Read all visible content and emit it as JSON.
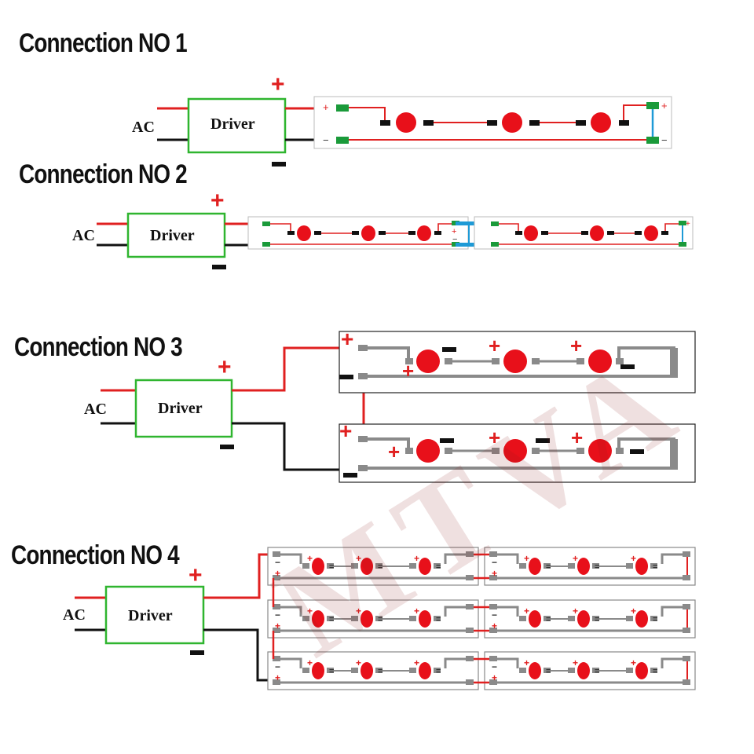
{
  "headings": [
    "Connection NO 1",
    "Connection NO 2",
    "Connection NO 3",
    "Connection NO 4"
  ],
  "driver_label": "Driver",
  "ac_label": "AC",
  "plus_sign": "+",
  "watermark": "MTVA",
  "colors": {
    "positive_wire": "#e02020",
    "negative_wire": "#111111",
    "driver_border": "#2fb52f",
    "led": "#e8101a",
    "jumper": "#1e9ad6",
    "pad_green": "#1a9a3a",
    "pad_grey": "#8a8a8a",
    "watermark": "#8a1a1a"
  },
  "diagrams": [
    {
      "name": "connection-1",
      "segments": 1,
      "rows": 1,
      "leds_per_segment": 3
    },
    {
      "name": "connection-2",
      "segments": 2,
      "rows": 1,
      "leds_per_segment": 3,
      "joint": "jumper"
    },
    {
      "name": "connection-3",
      "segments": 1,
      "rows": 2,
      "leds_per_segment": 3
    },
    {
      "name": "connection-4",
      "segments": 2,
      "rows": 3,
      "leds_per_segment": 3
    }
  ]
}
